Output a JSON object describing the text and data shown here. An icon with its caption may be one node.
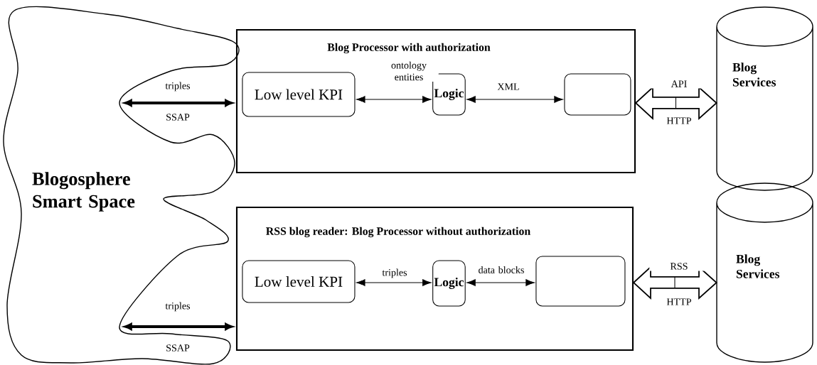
{
  "diagram": {
    "nodes": [
      {
        "text": [
          "Blogosphere Smart Space"
        ]
      },
      {
        "text": [
          "Blog Processor with authorization"
        ]
      },
      {
        "text": [
          "Low level KPI"
        ],
        "in": 1
      },
      {
        "text": [
          "Logic"
        ],
        "in": 1
      },
      {
        "text": [],
        "shape": "box",
        "in": 1
      },
      {
        "text": [
          "Blog Services"
        ]
      },
      {
        "text": [
          "RSS blog reader: Blog Processor without authorization"
        ]
      },
      {
        "text": [
          "Low level KPI"
        ],
        "in": 6
      },
      {
        "text": [
          "Logic"
        ],
        "in": 6
      },
      {
        "text": [],
        "shape": "box",
        "in": 6
      },
      {
        "text": [
          "Blog Services"
        ]
      }
    ],
    "edges": [
      {
        "from": 0,
        "to": 1,
        "arrow": "both",
        "label": "triples",
        "style": "thick"
      },
      {
        "from": 2,
        "to": 3,
        "arrow": "both",
        "label": "ontology entities"
      },
      {
        "from": 3,
        "to": 4,
        "arrow": "both",
        "label": "XML"
      },
      {
        "from": 1,
        "to": 5,
        "arrow": "both",
        "label": "API",
        "style": "thick"
      },
      {
        "from": 0,
        "to": 6,
        "arrow": "both",
        "label": "triples",
        "style": "thick"
      },
      {
        "from": 7,
        "to": 8,
        "arrow": "both",
        "label": "triples"
      },
      {
        "from": 8,
        "to": 9,
        "arrow": "both",
        "label": "data blocks"
      },
      {
        "from": 6,
        "to": 10,
        "arrow": "both",
        "label": "RSS",
        "style": "thick"
      }
    ],
    "labels": [
      "SSAP",
      "HTTP",
      "SSAP",
      "HTTP"
    ]
  }
}
